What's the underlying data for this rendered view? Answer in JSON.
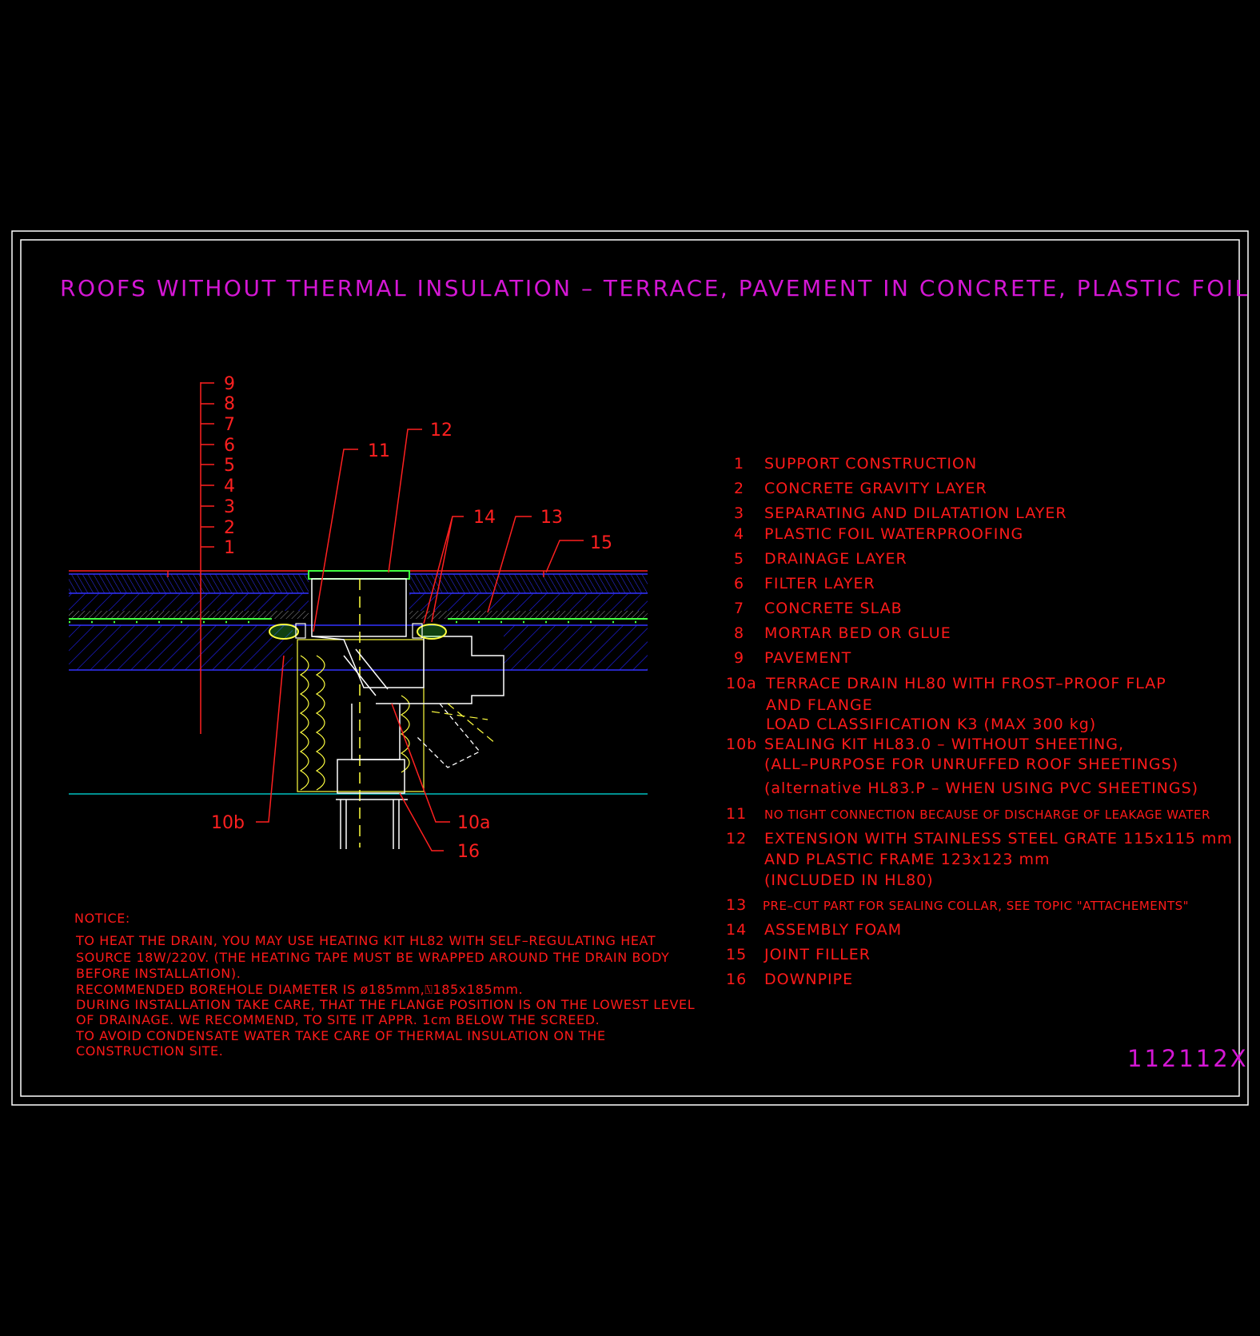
{
  "title": "ROOFS WITHOUT THERMAL INSULATION – TERRACE, PAVEMENT IN CONCRETE, PLASTIC FOIL",
  "drawing_number": "112112X",
  "layer_scale": [
    "9",
    "8",
    "7",
    "6",
    "5",
    "4",
    "3",
    "2",
    "1"
  ],
  "callouts": {
    "c11": "11",
    "c12": "12",
    "c13": "13",
    "c14": "14",
    "c15": "15",
    "c16": "16",
    "c10a": "10a",
    "c10b": "10b"
  },
  "legend": [
    {
      "num": "1",
      "lines": [
        "SUPPORT CONSTRUCTION"
      ]
    },
    {
      "num": "2",
      "lines": [
        "CONCRETE GRAVITY LAYER"
      ]
    },
    {
      "num": "3",
      "lines": [
        "SEPARATING AND DILATATION LAYER"
      ]
    },
    {
      "num": "4",
      "lines": [
        "PLASTIC FOIL WATERPROOFING"
      ]
    },
    {
      "num": "5",
      "lines": [
        "DRAINAGE LAYER"
      ]
    },
    {
      "num": "6",
      "lines": [
        "FILTER LAYER"
      ]
    },
    {
      "num": "7",
      "lines": [
        "CONCRETE SLAB"
      ]
    },
    {
      "num": "8",
      "lines": [
        "MORTAR BED OR GLUE"
      ]
    },
    {
      "num": "9",
      "lines": [
        "PAVEMENT"
      ]
    },
    {
      "num": "10a",
      "lines": [
        "TERRACE DRAIN HL80 WITH FROST–PROOF FLAP",
        "AND FLANGE",
        "LOAD CLASSIFICATION K3 (MAX 300 kg)"
      ]
    },
    {
      "num": "10b",
      "lines": [
        "SEALING KIT HL83.0 – WITHOUT SHEETING,",
        "(ALL–PURPOSE FOR UNRUFFED ROOF SHEETINGS)",
        "(alternative HL83.P – WHEN USING PVC SHEETINGS)"
      ]
    },
    {
      "num": "11",
      "lines": [
        "NO TIGHT CONNECTION BECAUSE OF DISCHARGE OF LEAKAGE WATER"
      ]
    },
    {
      "num": "12",
      "lines": [
        "EXTENSION WITH STAINLESS STEEL GRATE 115x115 mm",
        "AND PLASTIC FRAME 123x123 mm",
        "(INCLUDED IN HL80)"
      ]
    },
    {
      "num": "13",
      "lines": [
        "PRE–CUT PART FOR SEALING COLLAR, SEE TOPIC \"ATTACHEMENTS\""
      ]
    },
    {
      "num": "14",
      "lines": [
        "ASSEMBLY FOAM"
      ]
    },
    {
      "num": "15",
      "lines": [
        "JOINT FILLER"
      ]
    },
    {
      "num": "16",
      "lines": [
        "DOWNPIPE"
      ]
    }
  ],
  "notice": {
    "heading": "NOTICE:",
    "lines": [
      "TO HEAT THE DRAIN, YOU MAY USE HEATING KIT HL82 WITH SELF–REGULATING HEAT",
      "SOURCE 18W/220V. (THE HEATING TAPE MUST BE WRAPPED AROUND THE DRAIN BODY",
      "BEFORE INSTALLATION).",
      "RECOMMENDED BOREHOLE DIAMETER IS ø185mm,⍂185x185mm.",
      "DURING INSTALLATION TAKE CARE, THAT THE FLANGE POSITION IS ON THE LOWEST LEVEL",
      "OF DRAINAGE. WE RECOMMEND, TO SITE IT APPR. 1cm BELOW THE SCREED.",
      "TO AVOID CONDENSATE WATER TAKE CARE OF THERMAL INSULATION ON THE",
      "CONSTRUCTION SITE."
    ]
  },
  "colors": {
    "background": "#000000",
    "frame": "#ffffff",
    "annotation": "#ff1a1a",
    "title": "#d417d4",
    "hatch": "#2020ff",
    "insulation": "#ffff40",
    "drain": "#40ff40",
    "downpipe": "#ffffff",
    "ground": "#00c0c0"
  }
}
